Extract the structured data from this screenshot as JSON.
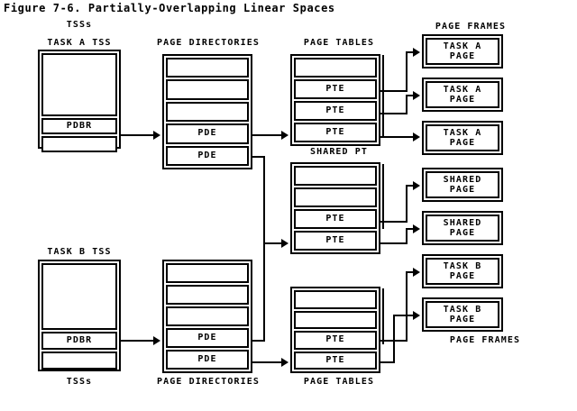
{
  "figure": {
    "title": "Figure 7-6. Partially-Overlapping Linear Spaces"
  },
  "labels": {
    "tss_top": "TSSs",
    "tss_bottom": "TSSs",
    "task_a_tss": "TASK A TSS",
    "task_b_tss": "TASK B TSS",
    "page_directories_top": "PAGE DIRECTORIES",
    "page_directories_bottom": "PAGE DIRECTORIES",
    "page_tables_top": "PAGE TABLES",
    "page_tables_bottom": "PAGE TABLES",
    "shared_pt": "SHARED PT",
    "page_frames_top": "PAGE FRAMES",
    "page_frames_bottom": "PAGE FRAMES"
  },
  "task_a_tss": {
    "cells": [
      {
        "text": ""
      },
      {
        "text": "PDBR"
      },
      {
        "text": ""
      }
    ]
  },
  "task_b_tss": {
    "cells": [
      {
        "text": ""
      },
      {
        "text": "PDBR"
      },
      {
        "text": ""
      }
    ]
  },
  "page_directory_a": {
    "cells": [
      {
        "text": ""
      },
      {
        "text": ""
      },
      {
        "text": ""
      },
      {
        "text": "PDE"
      },
      {
        "text": "PDE"
      }
    ]
  },
  "page_directory_b": {
    "cells": [
      {
        "text": ""
      },
      {
        "text": ""
      },
      {
        "text": ""
      },
      {
        "text": "PDE"
      },
      {
        "text": "PDE"
      }
    ]
  },
  "page_table_a": {
    "cells": [
      {
        "text": ""
      },
      {
        "text": "PTE"
      },
      {
        "text": "PTE"
      },
      {
        "text": "PTE"
      }
    ]
  },
  "shared_page_table": {
    "cells": [
      {
        "text": ""
      },
      {
        "text": ""
      },
      {
        "text": "PTE"
      },
      {
        "text": "PTE"
      }
    ]
  },
  "page_table_b": {
    "cells": [
      {
        "text": ""
      },
      {
        "text": ""
      },
      {
        "text": "PTE"
      },
      {
        "text": "PTE"
      }
    ]
  },
  "page_frames": [
    {
      "line1": "TASK A",
      "line2": "PAGE"
    },
    {
      "line1": "TASK A",
      "line2": "PAGE"
    },
    {
      "line1": "TASK A",
      "line2": "PAGE"
    },
    {
      "line1": "SHARED",
      "line2": "PAGE"
    },
    {
      "line1": "SHARED",
      "line2": "PAGE"
    },
    {
      "line1": "TASK B",
      "line2": "PAGE"
    },
    {
      "line1": "TASK B",
      "line2": "PAGE"
    }
  ],
  "colors": {
    "ink": "#000000",
    "paper": "#ffffff"
  }
}
